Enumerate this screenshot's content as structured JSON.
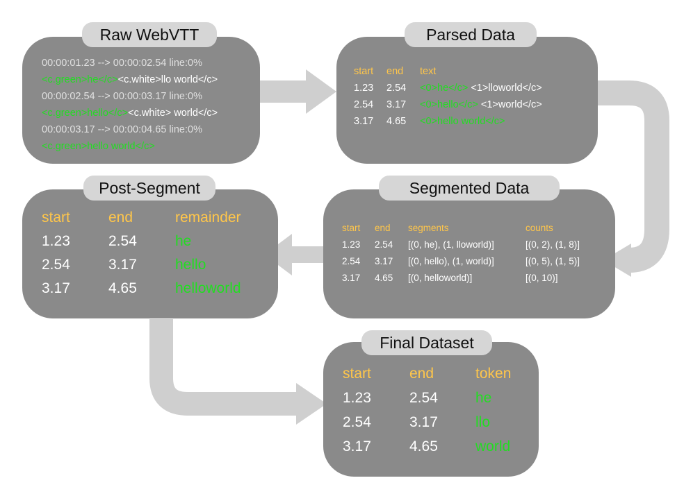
{
  "colors": {
    "box": "#8a8a8a",
    "title_bg": "#d6d6d6",
    "arrow": "#cfcfcf",
    "green": "#22dd22",
    "header": "#ffc64a"
  },
  "raw": {
    "title": "Raw WebVTT",
    "lines": [
      {
        "t": "00:00:01.23 --> 00:00:02.54 line:0%"
      },
      {
        "g": "<c.green>he</c>",
        "w": "<c.white>llo world</c>"
      },
      {
        "t": "00:00:02.54 --> 00:00:03.17 line:0%"
      },
      {
        "g": "<c.green>hello</c>",
        "w": "<c.white> world</c>"
      },
      {
        "t": "00:00:03.17 --> 00:00:04.65 line:0%"
      },
      {
        "g": "<c.green>hello world</c>"
      }
    ]
  },
  "parsed": {
    "title": "Parsed Data",
    "headers": [
      "start",
      "end",
      "text"
    ],
    "rows": [
      {
        "start": "1.23",
        "end": "2.54",
        "g": "<0>he</c>",
        "w": "<1>lloworld</c>"
      },
      {
        "start": "2.54",
        "end": "3.17",
        "g": "<0>hello</c>",
        "w": "<1>world</c>"
      },
      {
        "start": "3.17",
        "end": "4.65",
        "g": "<0>hello world</c>"
      }
    ]
  },
  "segmented": {
    "title": "Segmented Data",
    "headers": [
      "start",
      "end",
      "segments",
      "counts"
    ],
    "rows": [
      {
        "start": "1.23",
        "end": "2.54",
        "segments": "[(0, he), (1, lloworld)]",
        "counts": "[(0, 2), (1, 8)]"
      },
      {
        "start": "2.54",
        "end": "3.17",
        "segments": "[(0, hello), (1, world)]",
        "counts": "[(0, 5), (1, 5)]"
      },
      {
        "start": "3.17",
        "end": "4.65",
        "segments": "[(0, helloworld)]",
        "counts": "[(0, 10)]"
      }
    ]
  },
  "post": {
    "title": "Post-Segment",
    "headers": [
      "start",
      "end",
      "remainder"
    ],
    "rows": [
      {
        "start": "1.23",
        "end": "2.54",
        "text": "he"
      },
      {
        "start": "2.54",
        "end": "3.17",
        "text": "hello"
      },
      {
        "start": "3.17",
        "end": "4.65",
        "text": "helloworld"
      }
    ]
  },
  "final": {
    "title": "Final Dataset",
    "headers": [
      "start",
      "end",
      "token"
    ],
    "rows": [
      {
        "start": "1.23",
        "end": "2.54",
        "text": "he"
      },
      {
        "start": "2.54",
        "end": "3.17",
        "text": "llo"
      },
      {
        "start": "3.17",
        "end": "4.65",
        "text": "world"
      }
    ]
  }
}
